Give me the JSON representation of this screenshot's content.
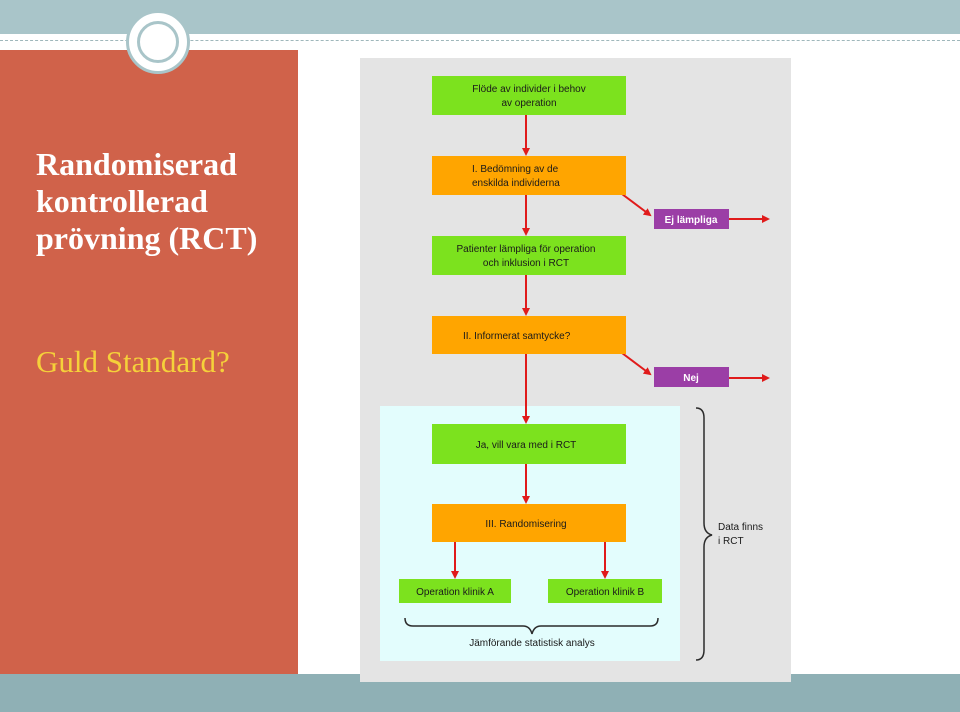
{
  "slide": {
    "title": "Randomiserad kontrollerad prövning (RCT)",
    "subtitle": "Guld Standard?"
  },
  "flowchart": {
    "box_flow": [
      "Flöde av individer i behov",
      "av operation"
    ],
    "box_assessment": [
      "I. Bedömning av de",
      "enskilda individerna"
    ],
    "box_not_suitable": "Ej lämpliga",
    "box_suitable": [
      "Patienter lämpliga för operation",
      "och inklusion i RCT"
    ],
    "box_consent": "II. Informerat samtycke?",
    "box_no": "Nej",
    "box_yes": "Ja, vill vara med i RCT",
    "box_randomization": "III. Randomisering",
    "box_clinic_a": "Operation klinik A",
    "box_clinic_b": "Operation klinik B",
    "comparison_label": "Jämförande statistisk analys",
    "data_label": [
      "Data finns",
      "i RCT"
    ]
  },
  "colors": {
    "green": "#7ce21e",
    "orange": "#ffa500",
    "purple": "#9b3ea6",
    "arrow": "#e01b1b",
    "panel_bg": "#e4e4e4",
    "rct_bg": "#e3fdfd",
    "side_panel": "#d0624a",
    "subtitle": "#f5d13a"
  }
}
